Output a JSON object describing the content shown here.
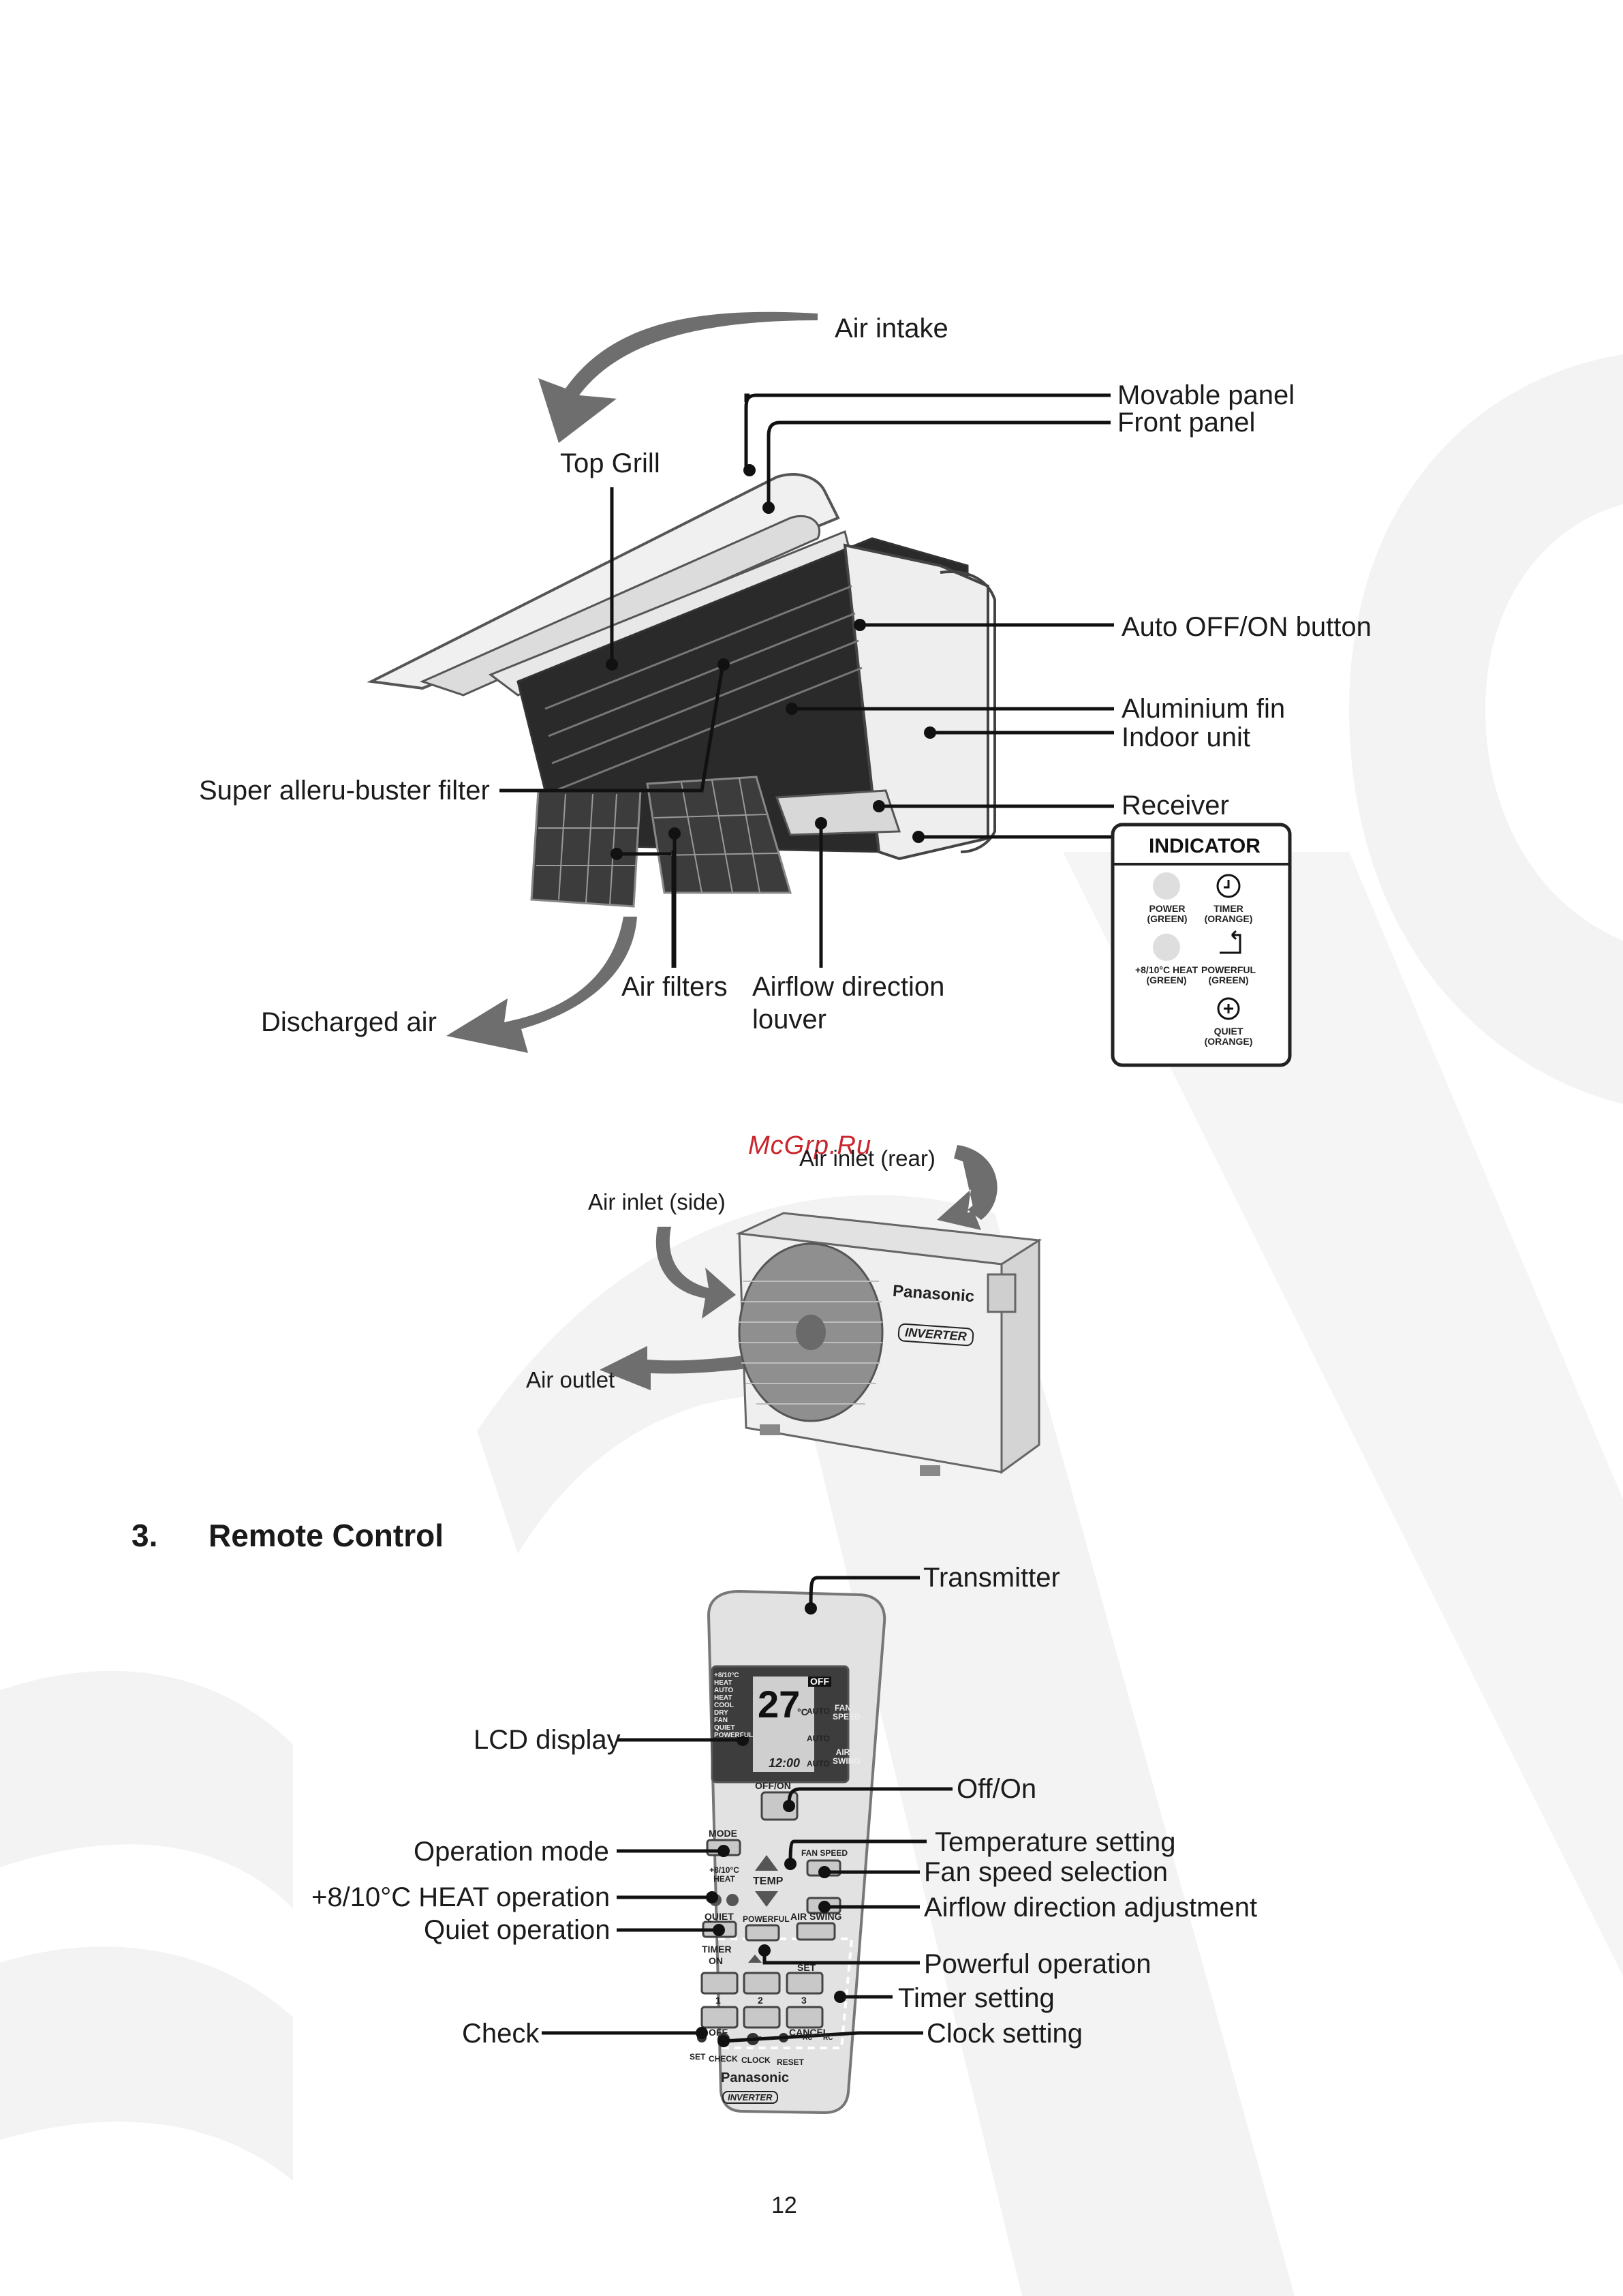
{
  "indoor_unit": {
    "labels": {
      "air_intake": "Air intake",
      "movable_panel": "Movable panel",
      "front_panel": "Front panel",
      "top_grill": "Top Grill",
      "auto_button": "Auto OFF/ON button",
      "aluminium_fin": "Aluminium fin",
      "indoor_unit": "Indoor unit",
      "filter": "Super alleru-buster filter",
      "receiver": "Receiver",
      "air_filters": "Air filters",
      "louver_line1": "Airflow direction",
      "louver_line2": "louver",
      "discharged_air": "Discharged air"
    },
    "indicator": {
      "title": "INDICATOR",
      "items": [
        {
          "line1": "POWER",
          "line2": "(GREEN)"
        },
        {
          "line1": "TIMER",
          "line2": "(ORANGE)"
        },
        {
          "line1": "+8/10°C HEAT",
          "line2": "(GREEN)"
        },
        {
          "line1": "POWERFUL",
          "line2": "(GREEN)"
        },
        {
          "line1": "QUIET",
          "line2": "(ORANGE)"
        }
      ]
    }
  },
  "outdoor_unit": {
    "watermark": "McGrp.Ru",
    "air_inlet_rear": "Air inlet (rear)",
    "air_inlet_side": "Air inlet (side)",
    "air_outlet": "Air outlet",
    "brand": "Panasonic",
    "badge": "INVERTER"
  },
  "section": {
    "number": "3.",
    "title": "Remote Control"
  },
  "remote": {
    "labels": {
      "transmitter": "Transmitter",
      "lcd_display": "LCD display",
      "off_on": "Off/On",
      "operation_mode": "Operation mode",
      "temperature_setting": "Temperature setting",
      "heat_operation": "+8/10°C HEAT operation",
      "fan_speed_selection": "Fan speed selection",
      "quiet_operation": "Quiet operation",
      "airflow_adjustment": "Airflow direction adjustment",
      "powerful_operation": "Powerful operation",
      "timer_setting": "Timer setting",
      "check": "Check",
      "clock_setting": "Clock setting"
    },
    "lcd": {
      "temp": "27",
      "unit": "°C",
      "off": "OFF",
      "time": "12:00",
      "auto": "AUTO",
      "left_modes": [
        "+8/10°C",
        "HEAT",
        "AUTO",
        "HEAT",
        "COOL",
        "DRY",
        "FAN",
        "QUIET",
        "POWERFUL"
      ],
      "fan_speed": "FAN SPEED",
      "air_swing": "AIR SWING"
    },
    "buttons": {
      "offon": "OFF/ON",
      "mode": "MODE",
      "heat": "+8/10°C HEAT",
      "temp": "TEMP",
      "fan_speed": "FAN SPEED",
      "quiet": "QUIET",
      "powerful": "POWERFUL",
      "air_swing": "AIR SWING",
      "timer": "TIMER",
      "on": "ON",
      "off": "OFF",
      "set": "SET",
      "cancel": "CANCEL",
      "n1": "1",
      "n2": "2",
      "n3": "3",
      "bottom_set": "SET",
      "bottom_check": "CHECK",
      "bottom_clock": "CLOCK",
      "bottom_reset": "RESET",
      "ac": "AC",
      "rc": "RC"
    },
    "brand": "Panasonic",
    "badge": "INVERTER"
  },
  "page_number": "12"
}
